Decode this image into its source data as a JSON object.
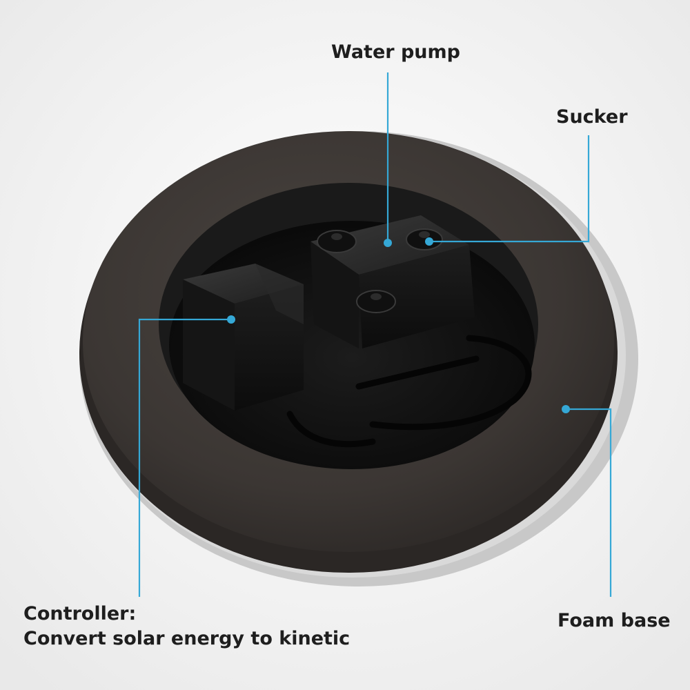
{
  "labels": {
    "water_pump": "Water pump",
    "sucker": "Sucker",
    "foam_base": "Foam base",
    "controller_title": "Controller:",
    "controller_desc": "Convert solar energy to kinetic"
  },
  "colors": {
    "callout_line": "#35a8d6",
    "foam": "#3a3532",
    "housing": "#1a1a1a"
  }
}
